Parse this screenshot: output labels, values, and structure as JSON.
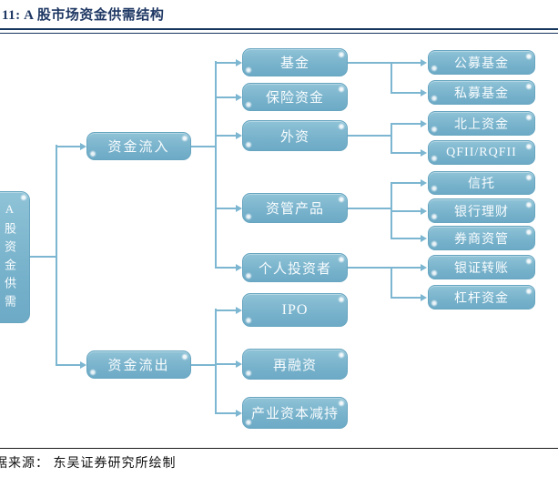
{
  "figure": {
    "title": "11: A 股市场资金供需结构",
    "source_note": "据来源： 东吴证券研究所绘制"
  },
  "palette": {
    "node_fill_top": "#8fc3d7",
    "node_fill_bottom": "#6daac6",
    "node_border": "#66a5c0",
    "node_text": "#f8fcfe",
    "connector": "#7cb6d1",
    "title_color": "#1f3864",
    "header_rule": "#17365d"
  },
  "diagram": {
    "root": {
      "label": "A股资金供需"
    },
    "branches": {
      "inflow": {
        "label": "资金流入",
        "children": [
          {
            "label": "基金",
            "children": [
              {
                "label": "公募基金"
              },
              {
                "label": "私募基金"
              }
            ]
          },
          {
            "label": "保险资金"
          },
          {
            "label": "外资",
            "children": [
              {
                "label": "北上资金"
              },
              {
                "label": "QFII/RQFII"
              }
            ]
          },
          {
            "label": "资管产品",
            "children": [
              {
                "label": "信托"
              },
              {
                "label": "银行理财"
              },
              {
                "label": "券商资管"
              }
            ]
          },
          {
            "label": "个人投资者",
            "children": [
              {
                "label": "银证转账"
              },
              {
                "label": "杠杆资金"
              }
            ]
          }
        ]
      },
      "outflow": {
        "label": "资金流出",
        "children": [
          {
            "label": "IPO"
          },
          {
            "label": "再融资"
          },
          {
            "label": "产业资本减持"
          }
        ]
      }
    }
  }
}
